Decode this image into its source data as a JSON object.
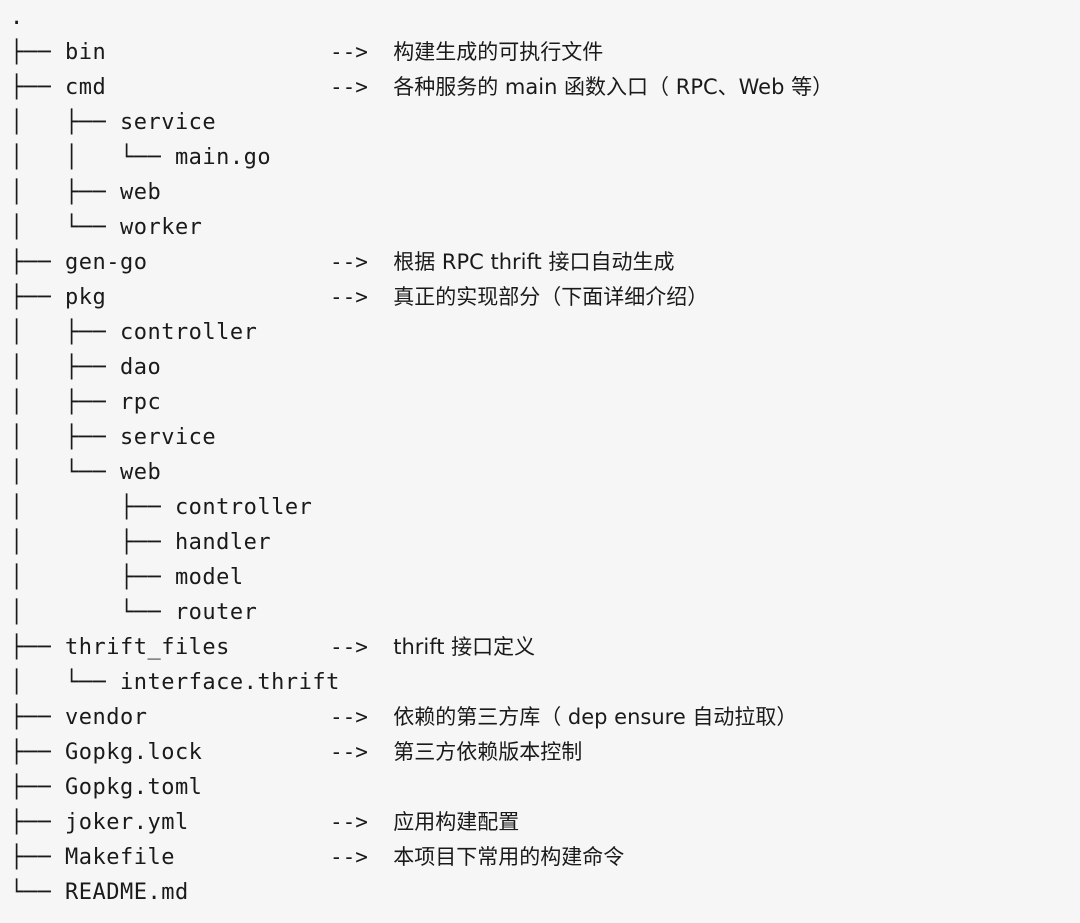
{
  "meta": {
    "title": "Go project directory tree",
    "background_color": "#f6f6f6",
    "text_color": "#1a1a1a",
    "arrow": "-->",
    "root": "."
  },
  "tree": [
    {
      "prefix": "",
      "name": ".",
      "annotation": ""
    },
    {
      "prefix": "├── ",
      "name": "bin",
      "annotation": "构建生成的可执行文件"
    },
    {
      "prefix": "├── ",
      "name": "cmd",
      "annotation": "各种服务的 main 函数入口（ RPC、Web 等）"
    },
    {
      "prefix": "│   ├── ",
      "name": "service",
      "annotation": ""
    },
    {
      "prefix": "│   │   └── ",
      "name": "main.go",
      "annotation": ""
    },
    {
      "prefix": "│   ├── ",
      "name": "web",
      "annotation": ""
    },
    {
      "prefix": "│   └── ",
      "name": "worker",
      "annotation": ""
    },
    {
      "prefix": "├── ",
      "name": "gen-go",
      "annotation": "根据 RPC thrift 接口自动生成"
    },
    {
      "prefix": "├── ",
      "name": "pkg",
      "annotation": "真正的实现部分（下面详细介绍）"
    },
    {
      "prefix": "│   ├── ",
      "name": "controller",
      "annotation": ""
    },
    {
      "prefix": "│   ├── ",
      "name": "dao",
      "annotation": ""
    },
    {
      "prefix": "│   ├── ",
      "name": "rpc",
      "annotation": ""
    },
    {
      "prefix": "│   ├── ",
      "name": "service",
      "annotation": ""
    },
    {
      "prefix": "│   └── ",
      "name": "web",
      "annotation": ""
    },
    {
      "prefix": "│       ├── ",
      "name": "controller",
      "annotation": ""
    },
    {
      "prefix": "│       ├── ",
      "name": "handler",
      "annotation": ""
    },
    {
      "prefix": "│       ├── ",
      "name": "model",
      "annotation": ""
    },
    {
      "prefix": "│       └── ",
      "name": "router",
      "annotation": ""
    },
    {
      "prefix": "├── ",
      "name": "thrift_files",
      "annotation": "thrift 接口定义"
    },
    {
      "prefix": "│   └── ",
      "name": "interface.thrift",
      "annotation": ""
    },
    {
      "prefix": "├── ",
      "name": "vendor",
      "annotation": "依赖的第三方库（ dep ensure 自动拉取）"
    },
    {
      "prefix": "├── ",
      "name": "Gopkg.lock",
      "annotation": "第三方依赖版本控制"
    },
    {
      "prefix": "├── ",
      "name": "Gopkg.toml",
      "annotation": ""
    },
    {
      "prefix": "├── ",
      "name": "joker.yml",
      "annotation": "应用构建配置"
    },
    {
      "prefix": "├── ",
      "name": "Makefile",
      "annotation": "本项目下常用的构建命令"
    },
    {
      "prefix": "└── ",
      "name": "README.md",
      "annotation": ""
    }
  ]
}
